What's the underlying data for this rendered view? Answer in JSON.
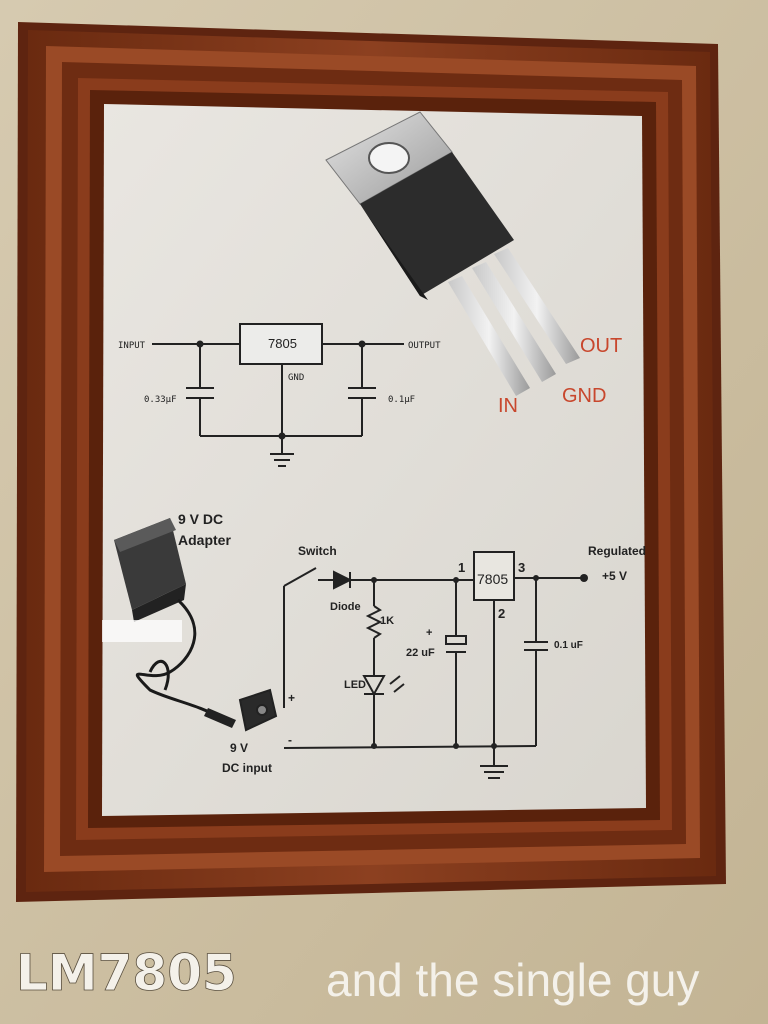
{
  "schematic_top": {
    "input_label": "INPUT",
    "output_label": "OUTPUT",
    "ic_label": "7805",
    "gnd_label": "GND",
    "cap_in_label": "0.33μF",
    "cap_out_label": "0.1μF"
  },
  "regulator_pins": {
    "out_label": "OUT",
    "gnd_label": "GND",
    "in_label": "IN"
  },
  "schematic_bottom": {
    "adapter_line1": "9 V DC",
    "adapter_line2": "Adapter",
    "switch_label": "Switch",
    "diode_label": "Diode",
    "resistor_label": "1K",
    "led_label": "LED",
    "cap1_plus": "+",
    "cap1_label": "22 uF",
    "pin1": "1",
    "pin2": "2",
    "pin3": "3",
    "ic_label": "7805",
    "regulated_line1": "Regulated",
    "regulated_line2": "+5 V",
    "cap2_label": "0.1 uF",
    "plus_sign": "+",
    "minus_sign": "-",
    "dc_input_line1": "9 V",
    "dc_input_line2": "DC input"
  },
  "caption": {
    "title_bold": "LM7805",
    "title_rest": "and the single guy"
  },
  "colors": {
    "wall": "#cfc2a3",
    "frame_wood": "#7a3518",
    "paper": "#e4e1db",
    "pin_label_red": "#c8472d",
    "caption_text": "#f4f1ea"
  }
}
